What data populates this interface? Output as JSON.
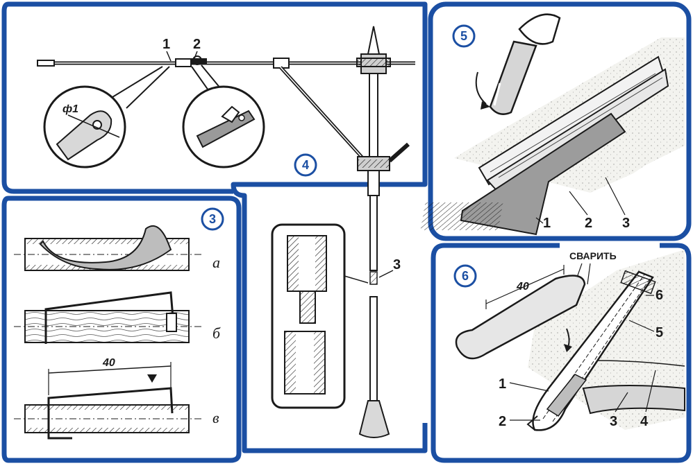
{
  "colors": {
    "frame": "#1b4fa3",
    "ink": "#1a1a1a",
    "paper": "#ffffff",
    "speckle": "#f2f2ee"
  },
  "figures": {
    "f4": {
      "badge": "4",
      "labels": {
        "one": "1",
        "two": "2",
        "three": "3"
      },
      "dim_phi": "ф1"
    },
    "f3": {
      "badge": "3",
      "labels": {
        "a": "а",
        "b": "б",
        "v": "в"
      },
      "dim": "40"
    },
    "f5": {
      "badge": "5",
      "labels": {
        "one": "1",
        "two": "2",
        "three": "3"
      }
    },
    "f6": {
      "badge": "6",
      "note": "СВАРИТЬ",
      "dim": "40",
      "labels": {
        "one": "1",
        "two": "2",
        "three": "3",
        "four": "4",
        "five": "5",
        "six": "6"
      }
    }
  }
}
